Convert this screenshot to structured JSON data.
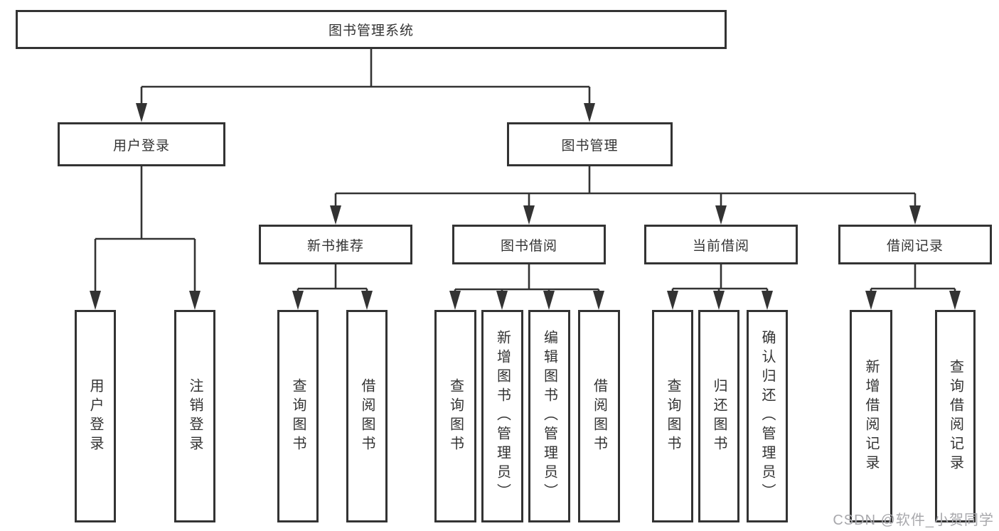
{
  "diagram": {
    "root": {
      "label": "图书管理系统"
    },
    "branches": [
      {
        "label": "用户登录",
        "children": [
          {
            "label": "用户登录"
          },
          {
            "label": "注销登录"
          }
        ]
      },
      {
        "label": "图书管理",
        "children": [
          {
            "label": "新书推荐",
            "children": [
              {
                "label": "查询图书"
              },
              {
                "label": "借阅图书"
              }
            ]
          },
          {
            "label": "图书借阅",
            "children": [
              {
                "label": "查询图书"
              },
              {
                "label": "新增图书（管理员）"
              },
              {
                "label": "编辑图书（管理员）"
              },
              {
                "label": "借阅图书"
              }
            ]
          },
          {
            "label": "当前借阅",
            "children": [
              {
                "label": "查询图书"
              },
              {
                "label": "归还图书"
              },
              {
                "label": "确认归还（管理员）"
              }
            ]
          },
          {
            "label": "借阅记录",
            "children": [
              {
                "label": "新增借阅记录"
              },
              {
                "label": "查询借阅记录"
              }
            ]
          }
        ]
      }
    ]
  },
  "watermark": {
    "text": "CSDN @软件_小贺同学"
  },
  "colors": {
    "line": "#333333",
    "text": "#333333",
    "background": "#ffffff",
    "watermark": "#a8a8ac"
  }
}
